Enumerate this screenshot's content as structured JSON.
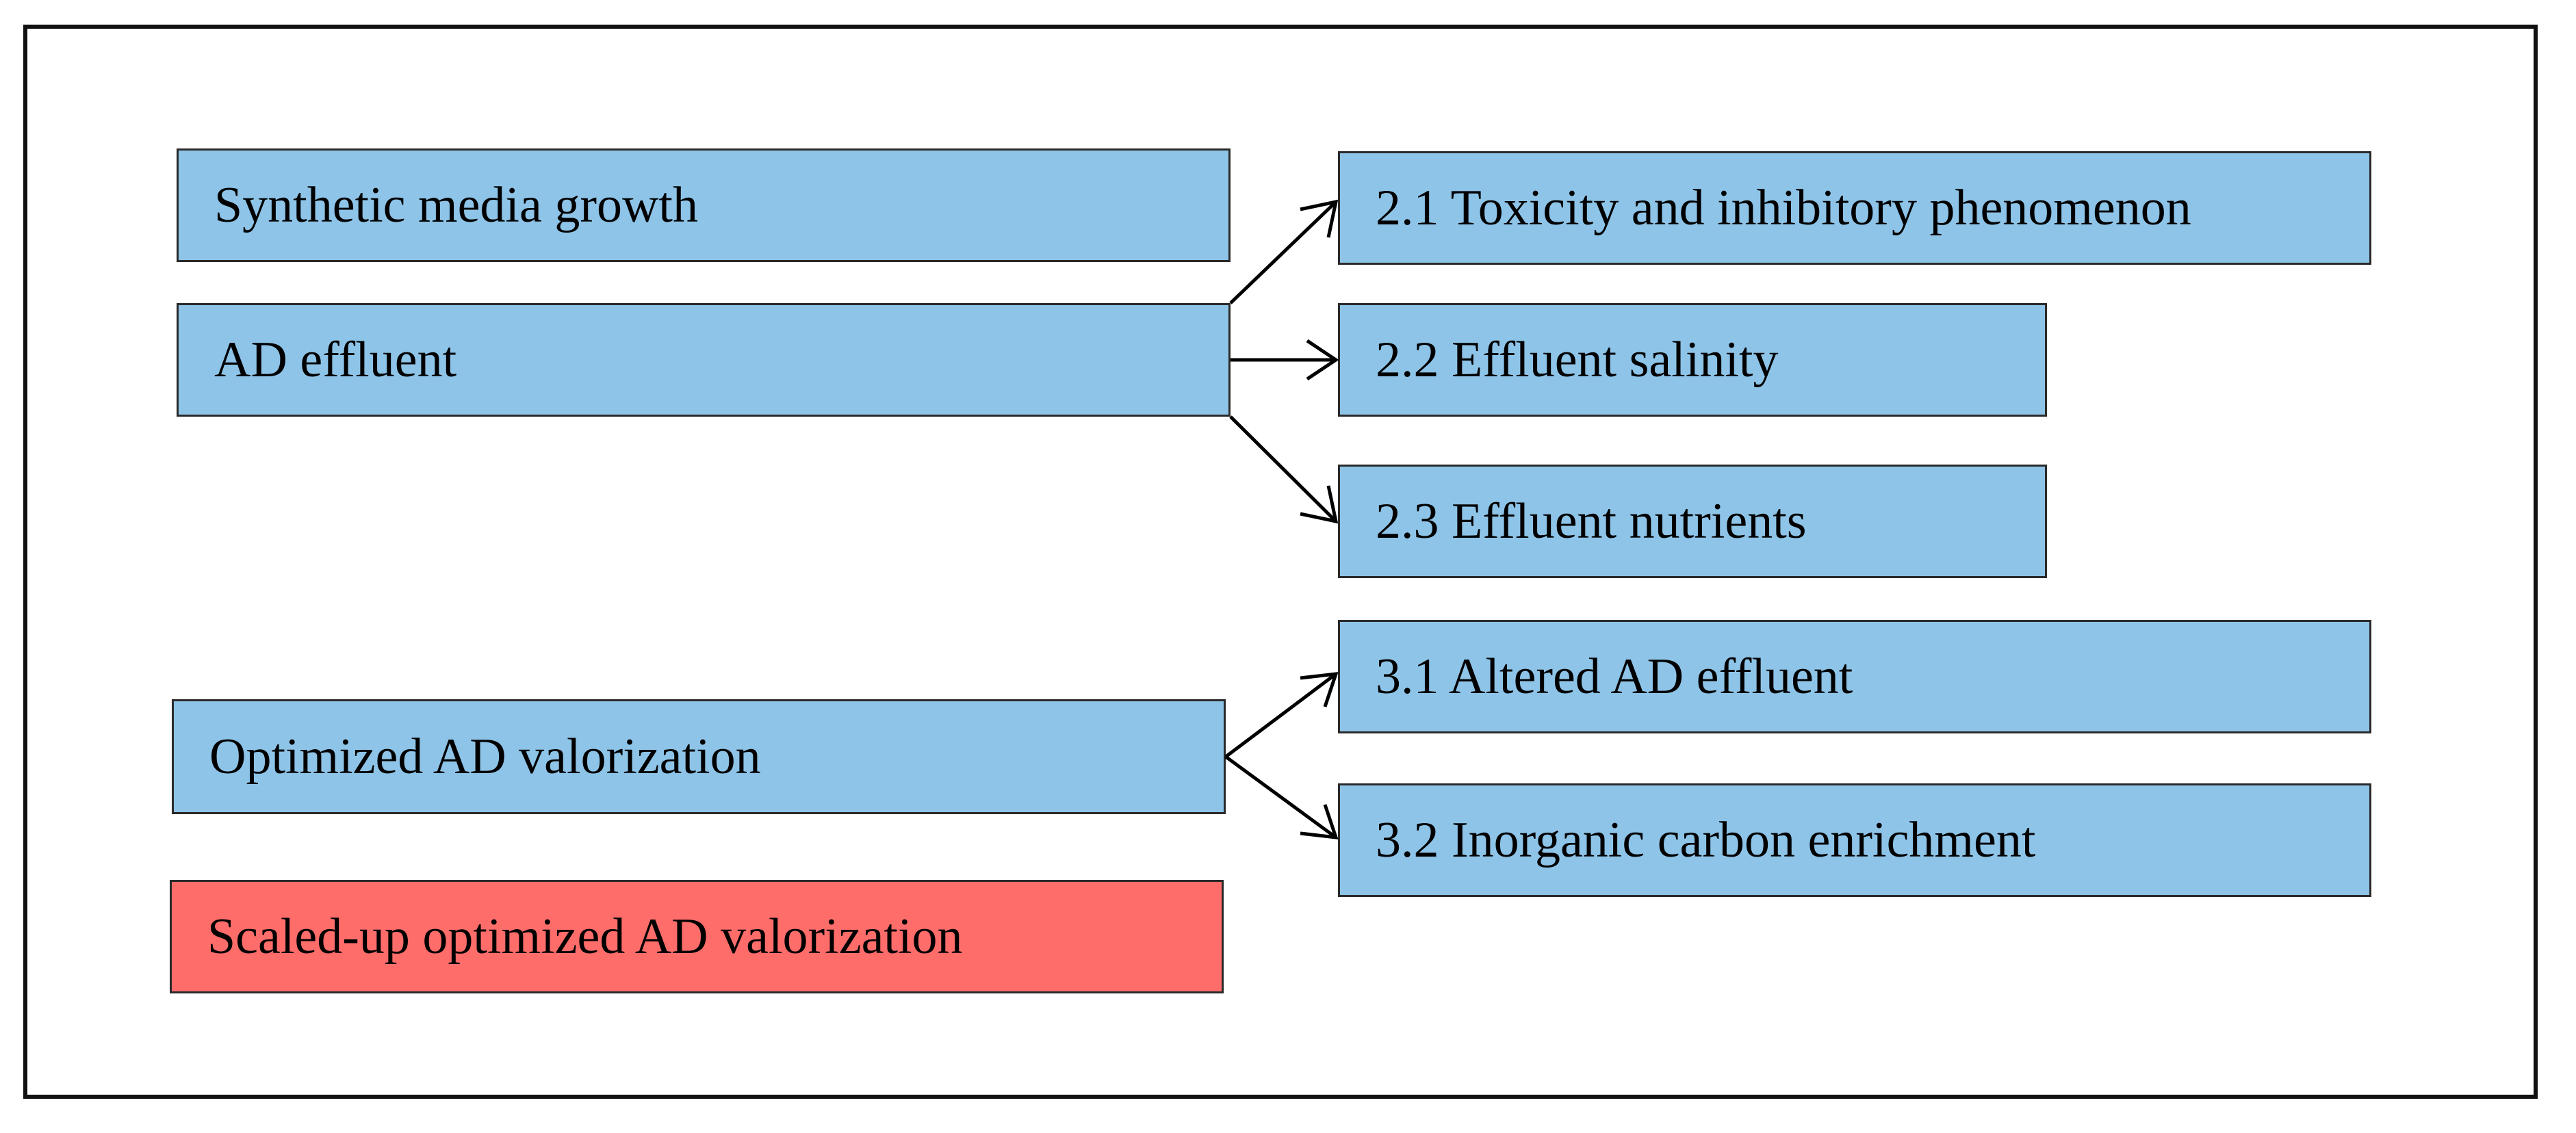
{
  "boxes": {
    "synthetic": "Synthetic media growth",
    "ad_effluent": "AD effluent",
    "optimized": "Optimized AD valorization",
    "scaled": "Scaled-up optimized AD valorization",
    "b21": "2.1 Toxicity and inhibitory phenomenon",
    "b22": "2.2 Effluent salinity",
    "b23": "2.3 Effluent nutrients",
    "b31": "3.1 Altered AD effluent",
    "b32": "3.2 Inorganic carbon enrichment"
  },
  "colors": {
    "box_fill": "#8ec4e8",
    "highlight_fill": "#ff6d6b",
    "border": "#2a2a2a"
  }
}
